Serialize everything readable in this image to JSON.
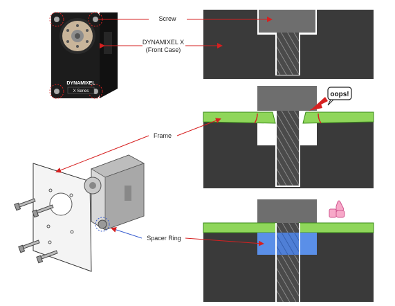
{
  "labels": {
    "screw": "Screw",
    "front_case_line1": "DYNAMIXEL X",
    "front_case_line2": "(Front Case)",
    "frame": "Frame",
    "spacer_ring": "Spacer Ring"
  },
  "product": {
    "brand": "DYNAMIXEL",
    "series": "X Series"
  },
  "callouts": {
    "oops": "oops!"
  },
  "colors": {
    "panel_bg": "#3a3a3a",
    "screw_head": "#6e6e6e",
    "frame_green": "#8fd65a",
    "spacer_blue": "#5a8fe8",
    "arrow_red": "#d62020"
  }
}
